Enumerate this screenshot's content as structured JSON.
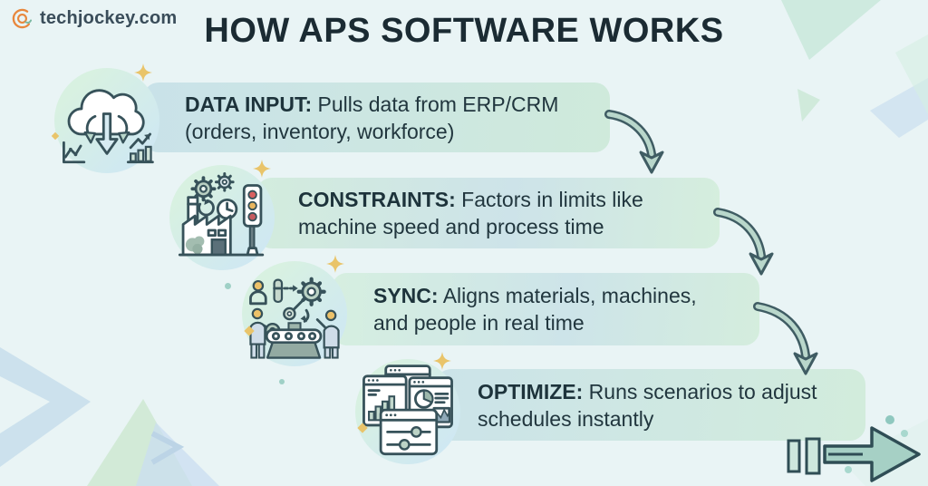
{
  "logo": {
    "text": "techjockey.com",
    "icon": "swirl-at-icon",
    "accent_color": "#e8873c"
  },
  "title": "HOW APS SOFTWARE WORKS",
  "steps": [
    {
      "id": "data-input",
      "label": "DATA INPUT:",
      "line1": "Pulls data from ERP/CRM",
      "line2": "(orders, inventory, workforce)",
      "icon": "cloud-download-charts-icon"
    },
    {
      "id": "constraints",
      "label": "CONSTRAINTS:",
      "line1": "Factors in limits like",
      "line2": "machine speed and process time",
      "icon": "factory-traffic-light-icon"
    },
    {
      "id": "sync",
      "label": "SYNC:",
      "line1": "Aligns materials, machines,",
      "line2": "and people in real time",
      "icon": "workers-conveyor-gears-icon"
    },
    {
      "id": "optimize",
      "label": "OPTIMIZE:",
      "line1": "Runs scenarios to adjust",
      "line2": "schedules instantly",
      "icon": "dashboard-windows-icon"
    }
  ],
  "footer_arrow": {
    "name": "fast-forward-arrow"
  },
  "colors": {
    "background": "#e9f4f5",
    "title_text": "#1b2b33",
    "body_text": "#21363e",
    "box_green": "#d2ecdc",
    "box_blue": "#cbe3e9",
    "arrow_fill": "#b9d7cb",
    "arrow_outline": "#3f5c63",
    "big_arrow_fill": "#a6d0c5",
    "sparkle_gold": "#e9c46a",
    "traffic_red": "#d96060",
    "traffic_amber": "#e9b55e"
  }
}
